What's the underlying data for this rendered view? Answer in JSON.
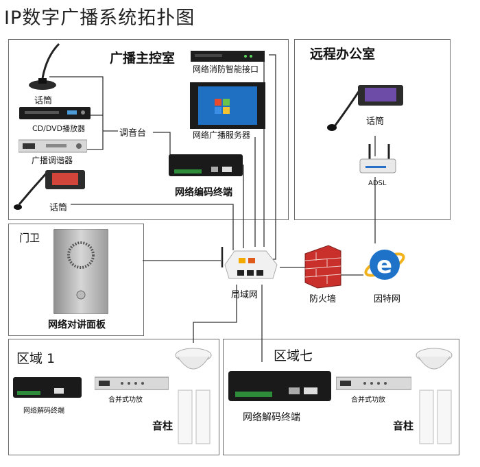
{
  "title": "IP数字广播系统拓扑图",
  "control_room": {
    "title": "广播主控室",
    "devices": {
      "mic_label": "话筒",
      "dvd_label": "CD/DVD播放器",
      "tuner_label": "广播调谐器",
      "mixer_label": "调音台",
      "fire_label": "网络消防智能接口",
      "server_label": "网络广播服务器",
      "encoder_label": "网络编码终端",
      "mic2_label": "话筒"
    }
  },
  "remote_office": {
    "title": "远程办公室",
    "mic_label": "话筒",
    "adsl_label": "ADSL"
  },
  "gate": {
    "title": "门卫",
    "panel_label": "网络对讲面板"
  },
  "network": {
    "lan_label": "局域网",
    "firewall_label": "防火墙",
    "internet_label": "因特网"
  },
  "zone1": {
    "title": "区域 1",
    "decoder_label": "网络解码终端",
    "amp_label": "合并式功放",
    "speaker_label": "音柱"
  },
  "zone7": {
    "title": "区域七",
    "decoder_label": "网络解码终端",
    "amp_label": "合并式功放",
    "speaker_label": "音柱"
  },
  "colors": {
    "panel_border": "#6a6a6a",
    "wire": "#333333",
    "firewall": "#c9302c",
    "internet": "#1e73c8"
  }
}
